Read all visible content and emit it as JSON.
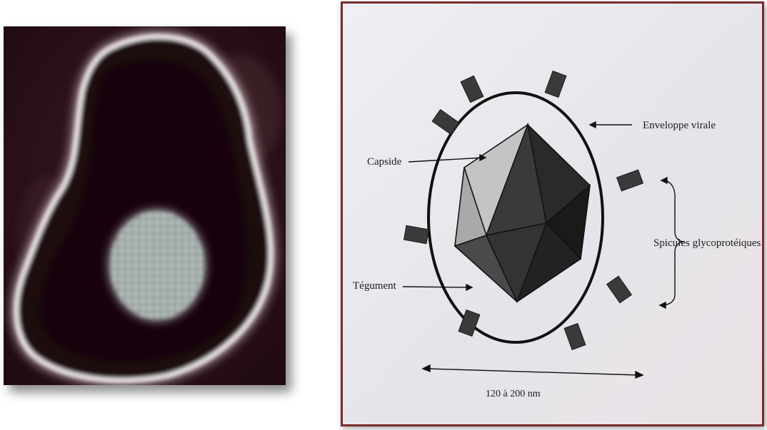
{
  "diagram": {
    "labels": {
      "capside": "Capside",
      "enveloppe": "Enveloppe virale",
      "spicules": "Spicules glycoprotéiques",
      "tegument": "Tégument",
      "size": "120  à 200 nm"
    }
  },
  "colors": {
    "frame_border": "#7a2c2c",
    "micrograph_background": "#2a1016",
    "capsid_light": "#b8b8b8",
    "capsid_dark": "#2a2a2a"
  }
}
